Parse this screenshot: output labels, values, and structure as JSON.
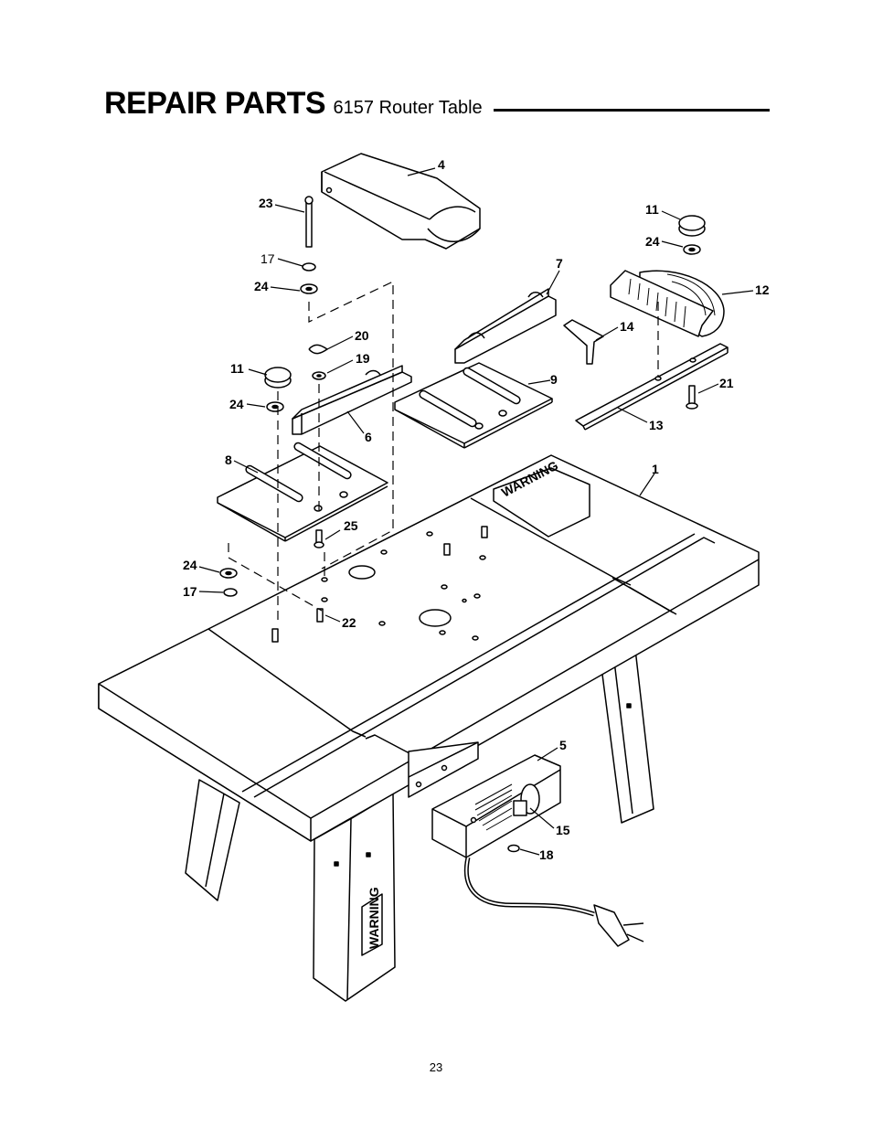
{
  "header": {
    "title": "REPAIR PARTS",
    "subtitle": "6157 Router Table"
  },
  "diagram": {
    "callouts": {
      "c1": "1",
      "c4": "4",
      "c5": "5",
      "c6": "6",
      "c7": "7",
      "c8": "8",
      "c9": "9",
      "c11a": "11",
      "c11b": "11",
      "c12": "12",
      "c13": "13",
      "c14": "14",
      "c15": "15",
      "c17a": "17",
      "c17b": "17",
      "c18": "18",
      "c19": "19",
      "c20": "20",
      "c21": "21",
      "c22": "22",
      "c23": "23",
      "c24a": "24",
      "c24b": "24",
      "c24c": "24",
      "c24d": "24",
      "c25": "25"
    },
    "warning_labels": {
      "table_top": "WARNING",
      "leg": "WARNING"
    }
  },
  "footer": {
    "page_number": "23"
  }
}
